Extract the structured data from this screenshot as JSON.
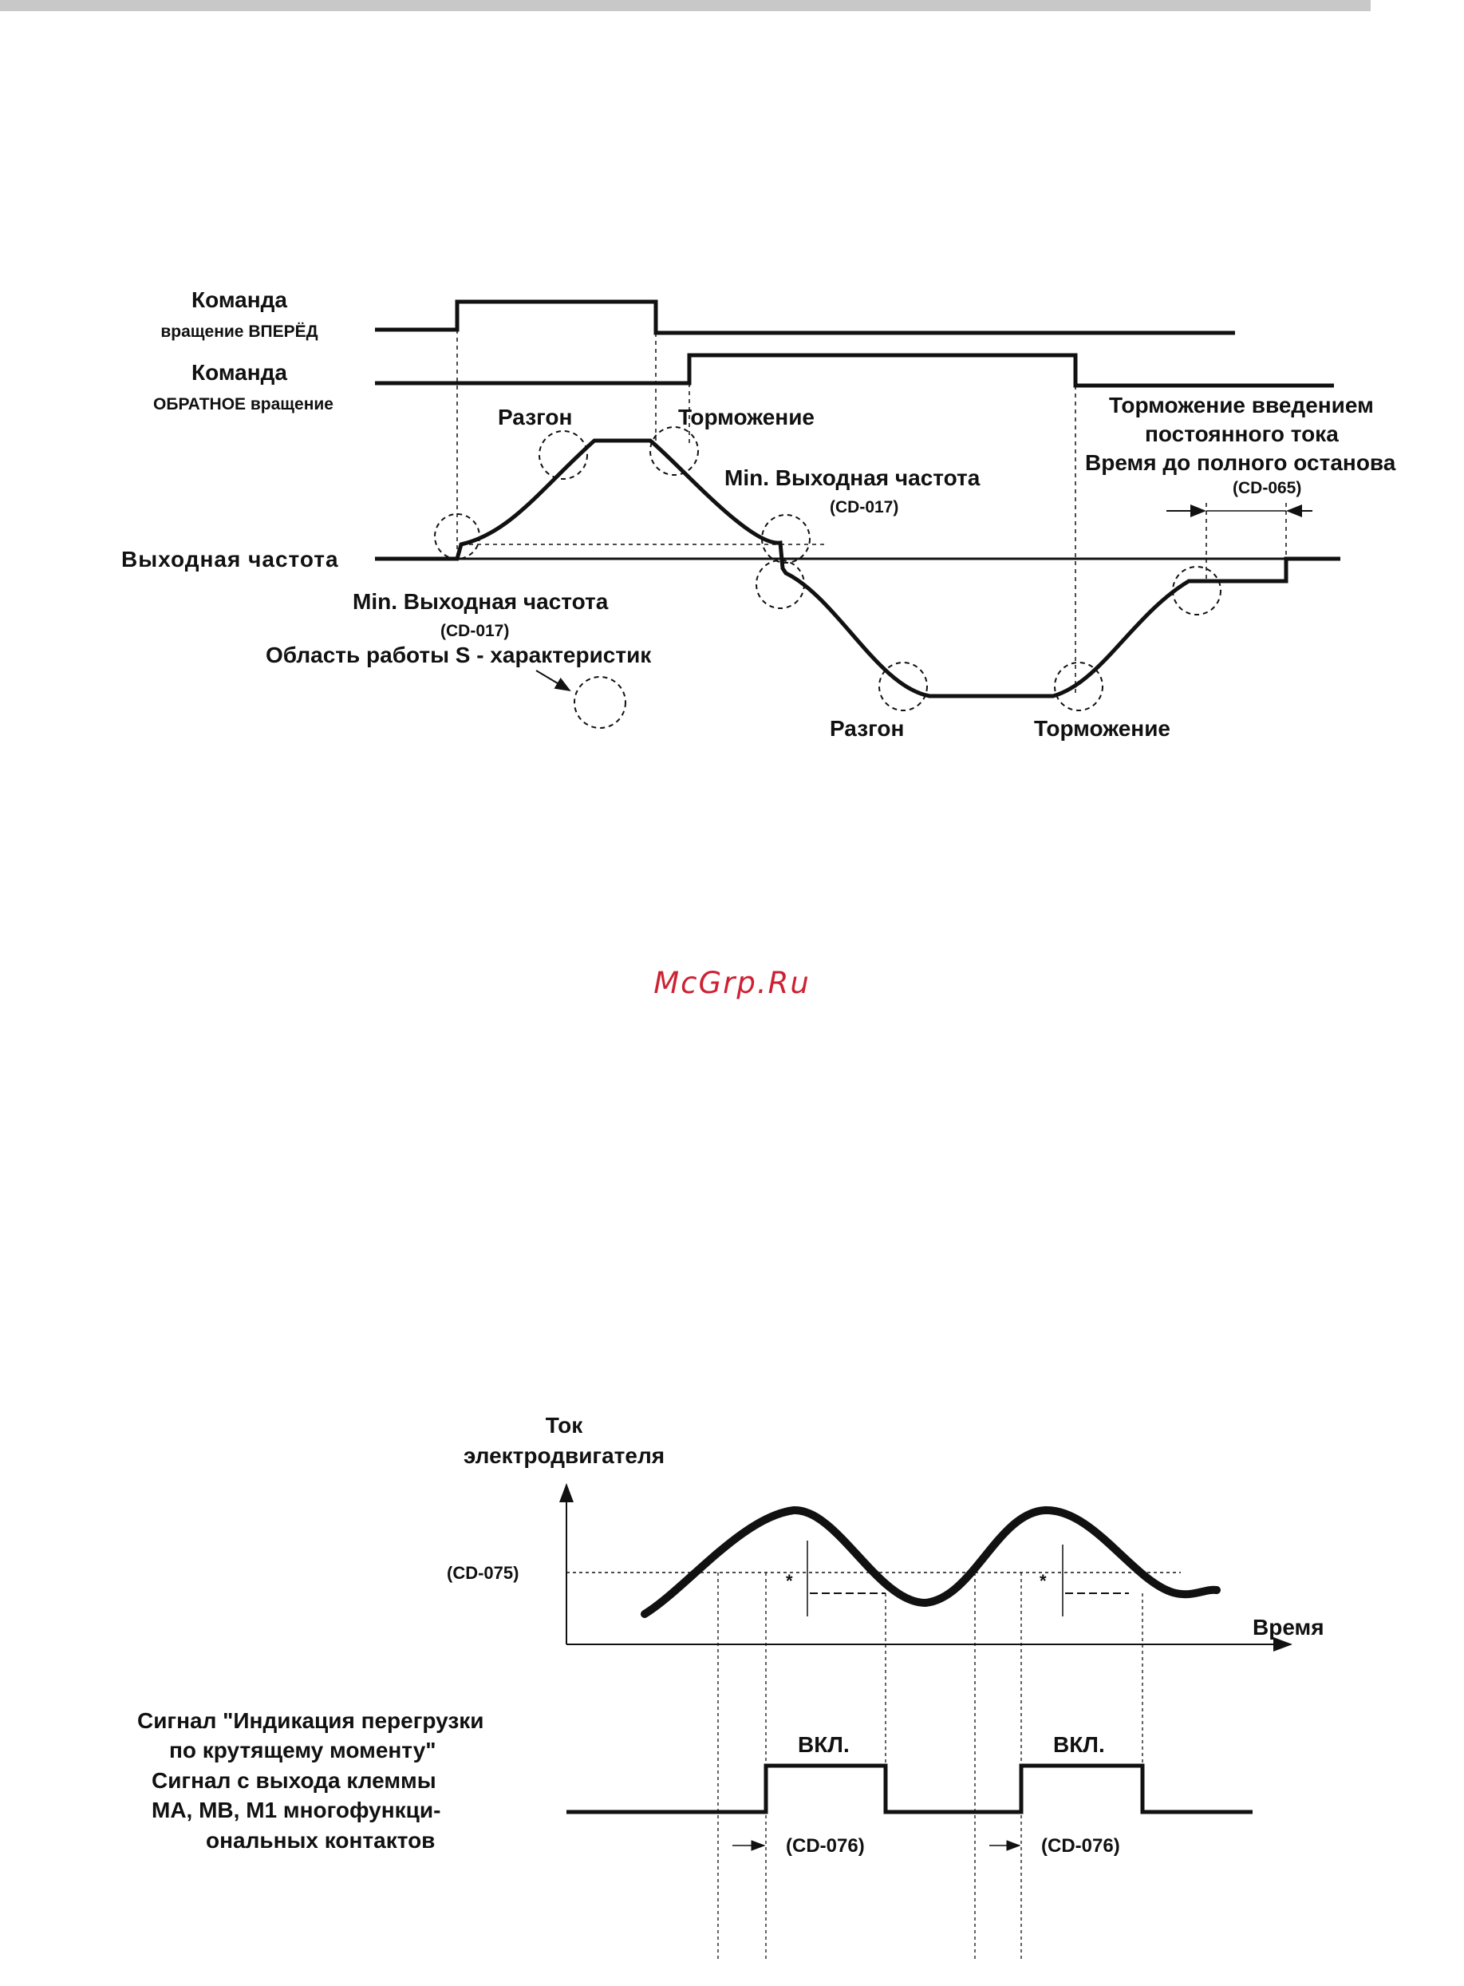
{
  "watermark": "McGrp.Ru",
  "colors": {
    "ink": "#111111",
    "watermark": "#cc2233",
    "topbar": "#c8c8c8"
  },
  "figure1": {
    "labels": {
      "fwd_title": "Команда",
      "fwd_sub": "вращение ВПЕРЁД",
      "rev_title": "Команда",
      "rev_sub": "ОБРАТНОЕ вращение",
      "output_freq": "Выходная частота",
      "accel_top": "Разгон",
      "decel_top": "Торможение",
      "min_freq_right": "Min. Выходная частота",
      "min_freq_right_code": "(CD-017)",
      "min_freq_left": "Min. Выходная частота",
      "min_freq_left_code": "(CD-017)",
      "s_area": "Область работы S - характеристик",
      "dc_brake_1": "Торможение введением",
      "dc_brake_2": "постоянного тока",
      "stop_time": "Время до полного останова",
      "stop_time_code": "(CD-065)",
      "accel_bottom": "Разгон",
      "decel_bottom": "Торможение"
    }
  },
  "figure2": {
    "labels": {
      "y_title_1": "Ток",
      "y_title_2": "электродвигателя",
      "threshold": "(CD-075)",
      "x_title": "Время",
      "star_1": "*",
      "star_2": "*",
      "on_1": "ВКЛ.",
      "on_2": "ВКЛ.",
      "signal_1": "Сигнал \"Индикация перегрузки",
      "signal_2": "по крутящему моменту\"",
      "signal_3": "Сигнал с выхода клеммы",
      "signal_4": "MA, MB, M1 многофункци-",
      "signal_5": "ональных контактов",
      "delay_1": "(CD-076)",
      "delay_2": "(CD-076)"
    }
  }
}
